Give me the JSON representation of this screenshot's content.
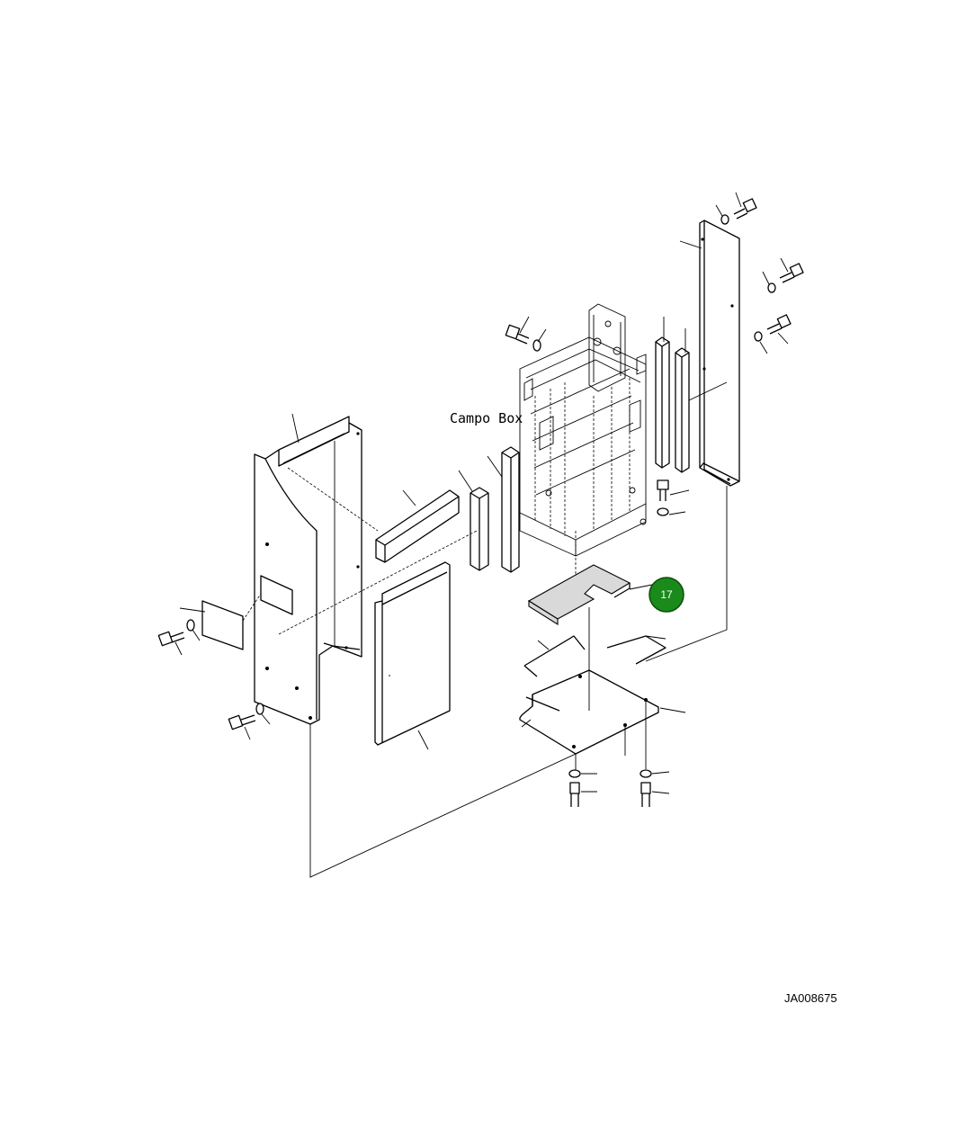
{
  "diagram": {
    "assembly_label": "Campo Box",
    "drawing_code": "JA008675",
    "callout": {
      "number": "17",
      "color": "#1a8a1a"
    }
  }
}
